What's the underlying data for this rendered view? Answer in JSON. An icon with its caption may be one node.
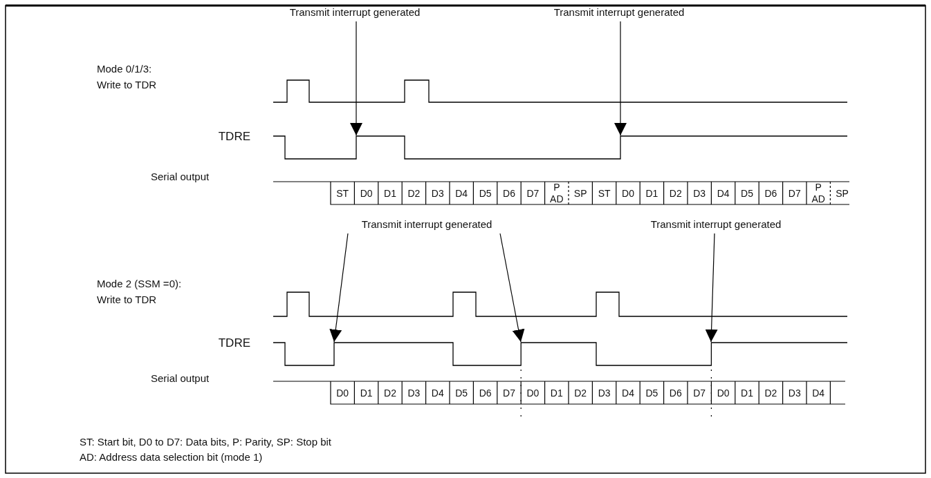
{
  "diagram": {
    "nodes": [
      {
        "text": [
          "Transmit interrupt generated"
        ]
      },
      {
        "text": [
          "Transmit interrupt generated"
        ]
      },
      {
        "text": [
          "Transmit interrupt generated"
        ]
      },
      {
        "text": [
          "Transmit interrupt generated"
        ]
      },
      {
        "text": [],
        "shape": "line"
      },
      {
        "text": [],
        "shape": "line"
      }
    ],
    "edges": [
      {
        "from": 0,
        "to": 4,
        "arrow": "to"
      },
      {
        "from": 1,
        "to": 4,
        "arrow": "to"
      },
      {
        "from": 2,
        "to": 5,
        "arrow": "to"
      },
      {
        "from": 2,
        "to": 5,
        "arrow": "to"
      },
      {
        "from": 3,
        "to": 5,
        "arrow": "to"
      }
    ],
    "labels": [
      "Mode 0/1/3: Write to TDR",
      "TDRE",
      "Serial output",
      "ST",
      "D0",
      "D1",
      "D2",
      "D3",
      "D4",
      "D5",
      "D6",
      "D7",
      "P",
      "AD",
      "SP",
      "ST",
      "D0",
      "D1",
      "D2",
      "D3",
      "D4",
      "D5",
      "D6",
      "D7",
      "P",
      "AD",
      "SP",
      "Mode 2 (SSM =0): Write to TDR",
      "TDRE",
      "Serial output",
      "D0",
      "D1",
      "D2",
      "D3",
      "D4",
      "D5",
      "D6",
      "D7",
      "D0",
      "D1",
      "D2",
      "D3",
      "D4",
      "D5",
      "D6",
      "D7",
      "D0",
      "D1",
      "D2",
      "D3",
      "D4",
      "ST: Start bit, D0 to D7: Data bits, P: Parity, SP: Stop bit",
      "AD: Address data selection bit (mode 1)"
    ]
  }
}
